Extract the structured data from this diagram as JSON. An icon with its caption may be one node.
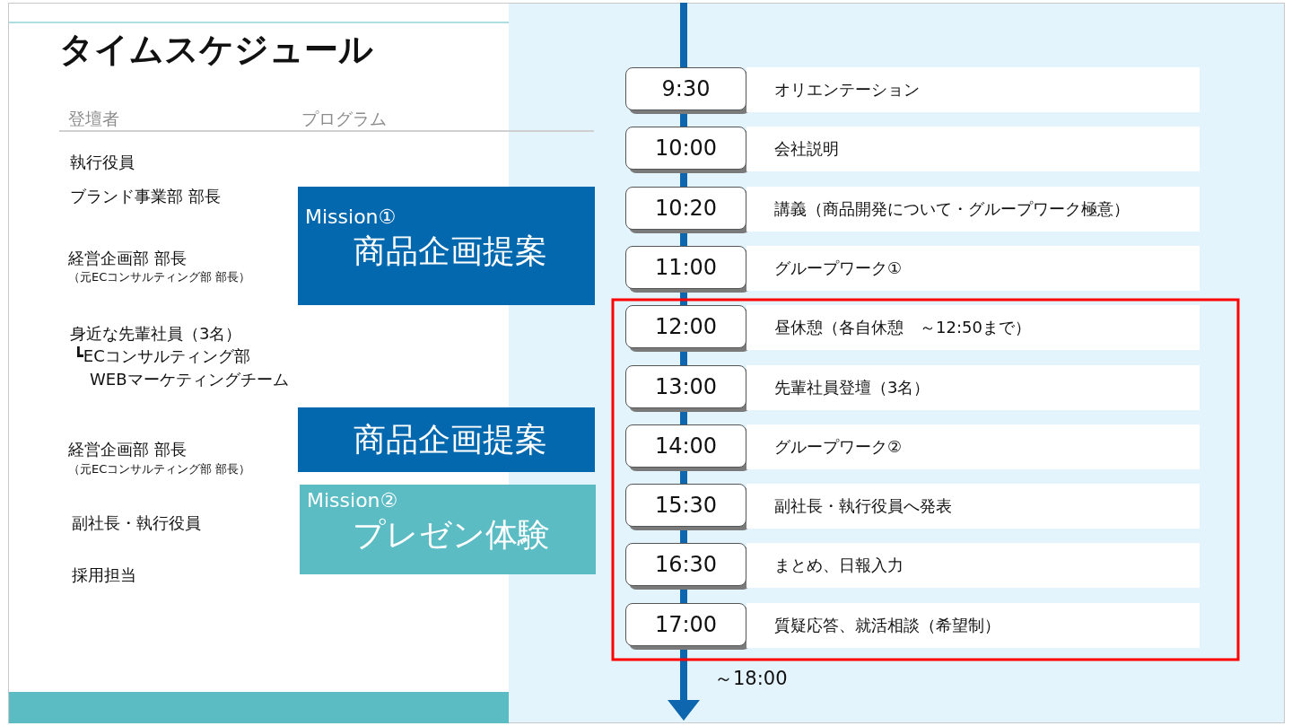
{
  "diagram": {
    "title": "タイムスケジュール",
    "nodes": [
      {
        "text": [
          "Mission①",
          "商品企画提案"
        ]
      },
      {
        "text": [
          "商品企画提案"
        ]
      },
      {
        "text": [
          "Mission②",
          "プレゼン体験"
        ]
      },
      {
        "text": [
          "9:30"
        ]
      },
      {
        "text": [
          "オリエンテーション"
        ]
      },
      {
        "text": [
          "10:00"
        ]
      },
      {
        "text": [
          "会社説明"
        ]
      },
      {
        "text": [
          "10:20"
        ]
      },
      {
        "text": [
          "講義（商品開発について・グループワーク極意）"
        ]
      },
      {
        "text": [
          "11:00"
        ]
      },
      {
        "text": [
          "グループワーク①"
        ]
      },
      {
        "text": [
          "12:00"
        ]
      },
      {
        "text": [
          "昼休憩（各自休憩　～12:50まで）"
        ]
      },
      {
        "text": [
          "13:00"
        ]
      },
      {
        "text": [
          "先輩社員登壇（3名）"
        ]
      },
      {
        "text": [
          "14:00"
        ]
      },
      {
        "text": [
          "グループワーク②"
        ]
      },
      {
        "text": [
          "15:30"
        ]
      },
      {
        "text": [
          "副社長・執行役員へ発表"
        ]
      },
      {
        "text": [
          "16:30"
        ]
      },
      {
        "text": [
          "まとめ、日報入力"
        ]
      },
      {
        "text": [
          "17:00"
        ]
      },
      {
        "text": [
          "質疑応答、就活相談（希望制）"
        ]
      }
    ],
    "edges": [],
    "labels": [
      "登壇者",
      "プログラム",
      "執行役員",
      "ブランド事業部 部長",
      "経営企画部 部長",
      "（元ECコンサルティング部 部長）",
      "身近な先輩社員（3名）",
      "┗ECコンサルティング部",
      "WEBマーケティングチーム",
      "経営企画部 部長",
      "（元ECコンサルティング部 部長）",
      "副社長・執行役員",
      "採用担当",
      "～18:00"
    ]
  }
}
